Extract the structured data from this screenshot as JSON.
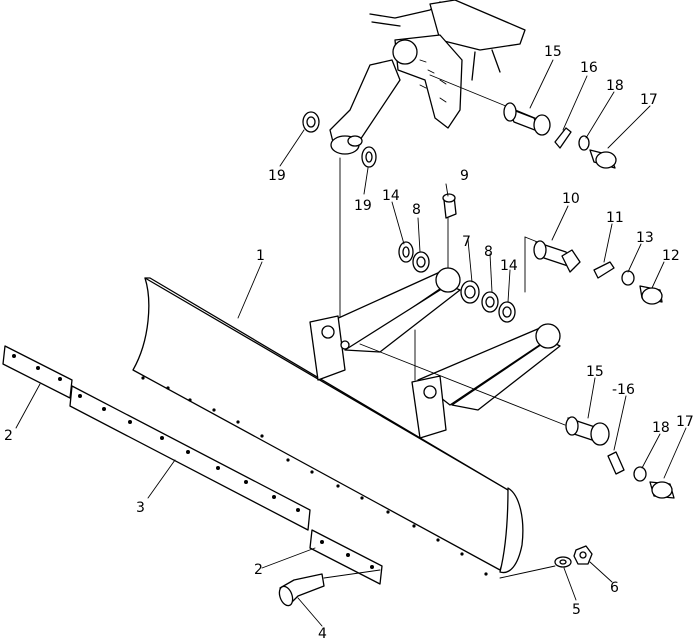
{
  "callouts": {
    "c1": "1",
    "c2a": "2",
    "c2b": "2",
    "c3": "3",
    "c4": "4",
    "c5": "5",
    "c6": "6",
    "c7": "7",
    "c8a": "8",
    "c8b": "8",
    "c9": "9",
    "c10": "10",
    "c11": "11",
    "c12": "12",
    "c13": "13",
    "c14a": "14",
    "c14b": "14",
    "c15a": "15",
    "c15b": "15",
    "c16a": "16",
    "c16b": "-16",
    "c17a": "17",
    "c17b": "17",
    "c18a": "18",
    "c18b": "18",
    "c19a": "19",
    "c19b": "19"
  }
}
